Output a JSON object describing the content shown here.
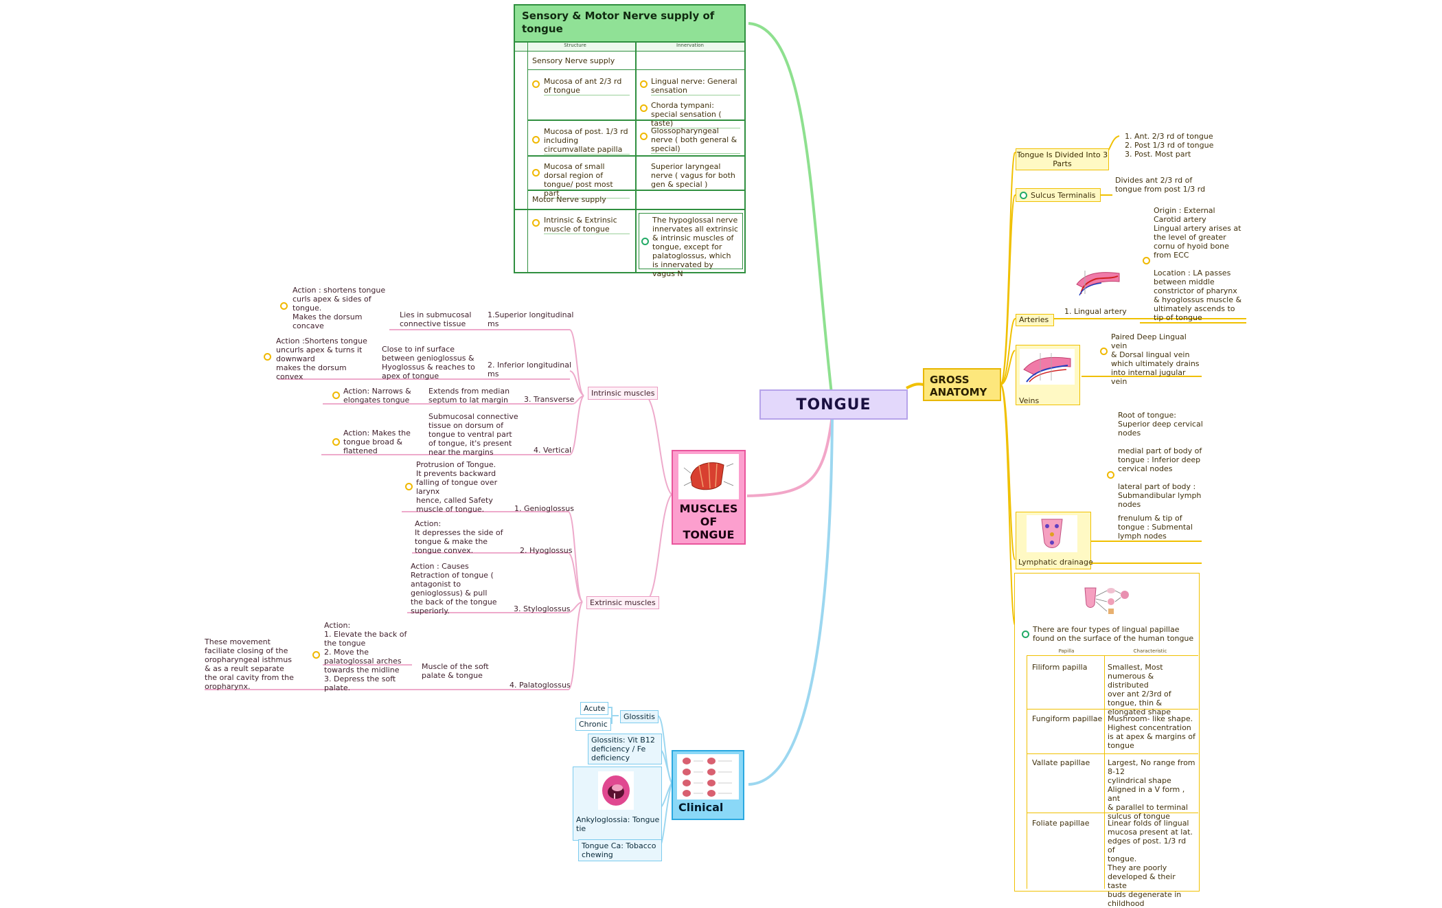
{
  "central": "TONGUE",
  "sensory": {
    "title": "Sensory & Motor Nerve supply of tongue",
    "col_structure": "Structure",
    "col_innervation": "Innervation",
    "sensory_header": "Sensory Nerve supply",
    "rows": [
      {
        "structure": "Mucosa of ant 2/3 rd of tongue",
        "innervation_1": "Lingual nerve: General sensation",
        "innervation_2": "Chorda tympani: special sensation ( taste)"
      },
      {
        "structure": "Mucosa of post. 1/3 rd including circumvallate papilla",
        "innervation_1": "Glossopharyngeal nerve ( both general & special)"
      },
      {
        "structure": "Mucosa of small dorsal region of tongue/ post most part",
        "innervation_1": "Superior laryngeal nerve ( vagus for both gen & special )"
      }
    ],
    "motor_header": "Motor Nerve supply",
    "motor_structure": "Intrinsic & Extrinsic muscle of tongue",
    "motor_innervation": "The hypoglossal nerve innervates all extrinsic & intrinsic muscles of tongue, except for palatoglossus, which is innervated by vagus N"
  },
  "gross": {
    "title": "GROSS\nANATOMY",
    "divided_label": "Tongue Is Divided Into 3\nParts",
    "divided_parts": "1. Ant. 2/3 rd of tongue\n2. Post 1/3 rd of tongue\n3. Post. Most part",
    "sulcus_label": "Sulcus Terminalis",
    "sulcus_text": "Divides ant 2/3 rd of\ntongue from post 1/3 rd",
    "arteries_label": "Arteries",
    "lingual_artery": "1. Lingual artery",
    "artery_text": "Origin : External\nCarotid artery\nLingual artery arises at\nthe level of greater\ncornu of hyoid bone\nfrom ECC\n\nLocation : LA passes\nbetween middle\nconstrictor of pharynx\n& hyoglossus muscle &\nultimately ascends to\ntip of tongue",
    "veins_label": "Veins",
    "veins_text": "Paired Deep Lingual vein\n& Dorsal lingual vein\nwhich ultimately drains\ninto internal jugular\nvein",
    "lymph_label": "Lymphatic drainage",
    "lymph_text": "Root of tongue:\nSuperior deep cervical\nnodes\n\nmedial part of body of\ntongue : Inferior deep\ncervical nodes\n\nlateral part of body :\nSubmandibular lymph\nnodes",
    "lymph_text2": "frenulum & tip of\ntongue : Submental\nlymph nodes",
    "papillae_intro": "There are four types of lingual papillae\nfound on the surface of the human tongue",
    "papillae_col1": "Papilla",
    "papillae_col2": "Characteristic",
    "papillae": [
      {
        "name": "Filiform papilla",
        "desc": "Smallest, Most\nnumerous & distributed\nover ant 2/3rd of\ntongue, thin &\nelongated shape"
      },
      {
        "name": "Fungiform papillae",
        "desc": "Mushroom- like shape.\nHighest concentration\nis at apex & margins of\ntongue"
      },
      {
        "name": "Vallate papillae",
        "desc": "Largest, No range from\n8-12\ncylindrical shape\nAligned in a V form , ant\n& parallel to terminal\nsulcus of tongue"
      },
      {
        "name": "Foliate papillae",
        "desc": "Linear folds of lingual\nmucosa present at lat.\nedges of post. 1/3 rd of\ntongue.\nThey are poorly\ndeveloped & their taste\nbuds degenerate in\nchildhood"
      }
    ]
  },
  "muscles": {
    "title": "MUSCLES\nOF\nTONGUE",
    "intrinsic_label": "Intrinsic muscles",
    "extrinsic_label": "Extrinsic muscles",
    "intrinsic": [
      {
        "name": "1.Superior longitudinal\nms",
        "location": "Lies in submucosal\nconnective tissue",
        "action": "Action : shortens tongue\ncurls apex & sides of\ntongue.\nMakes the dorsum\nconcave"
      },
      {
        "name": "2. Inferior longitudinal\nms",
        "location": "Close to inf surface\nbetween genioglossus &\nHyoglossus & reaches to\napex of tongue",
        "action": "Action :Shortens tongue\nuncurls apex & turns it\ndownward\nmakes the dorsum\nconvex"
      },
      {
        "name": "3. Transverse",
        "location": "Extends from median\nseptum to lat margin",
        "action": "Action: Narrows &\nelongates tongue"
      },
      {
        "name": "4. Vertical",
        "location": "Submucosal connective\ntissue on dorsum of\ntongue to ventral part\nof tongue, it's present\nnear the margins",
        "action": "Action: Makes the\ntongue broad &\nflattened"
      }
    ],
    "extrinsic": [
      {
        "name": "1. Genioglossus",
        "text": "Protrusion of Tongue.\nIt prevents backward\nfalling of tongue over\nlarynx\nhence, called Safety\nmuscle of tongue."
      },
      {
        "name": "2. Hyoglossus",
        "text": "Action:\nIt depresses the side of\ntongue & make the\ntongue convex."
      },
      {
        "name": "3. Styloglossus",
        "text": "Action : Causes\nRetraction of tongue (\nantagonist to\ngenioglossus) & pull\nthe back of the tongue\nsuperiorly."
      },
      {
        "name": "4. Palatoglossus",
        "text": "Muscle of the soft\npalate & tongue",
        "action": "Action:\n1. Elevate the back of\nthe tongue\n2. Move the\npalatoglossal arches\ntowards the midline\n3. Depress the soft\npalate.",
        "note": "These movement\nfaciliate closing of the\noropharyngeal isthmus\n& as a reult separate\nthe oral cavity from the\noropharynx."
      }
    ]
  },
  "clinical": {
    "title": "Clinical",
    "glossitis": "Glossitis",
    "acute": "Acute",
    "chronic": "Chronic",
    "glossitis_def": "Glossitis: Vit B12\ndeficiency / Fe\ndeficiency",
    "ankyloglossia": "Ankyloglossia: Tongue\ntie",
    "tongue_ca": "Tongue Ca: Tobacco\nchewing"
  },
  "colors": {
    "green": "#90e196",
    "yellow": "#fde77c",
    "pink": "#fc9fce",
    "blue": "#8ad8f7",
    "purple": "#e3d8fb"
  }
}
